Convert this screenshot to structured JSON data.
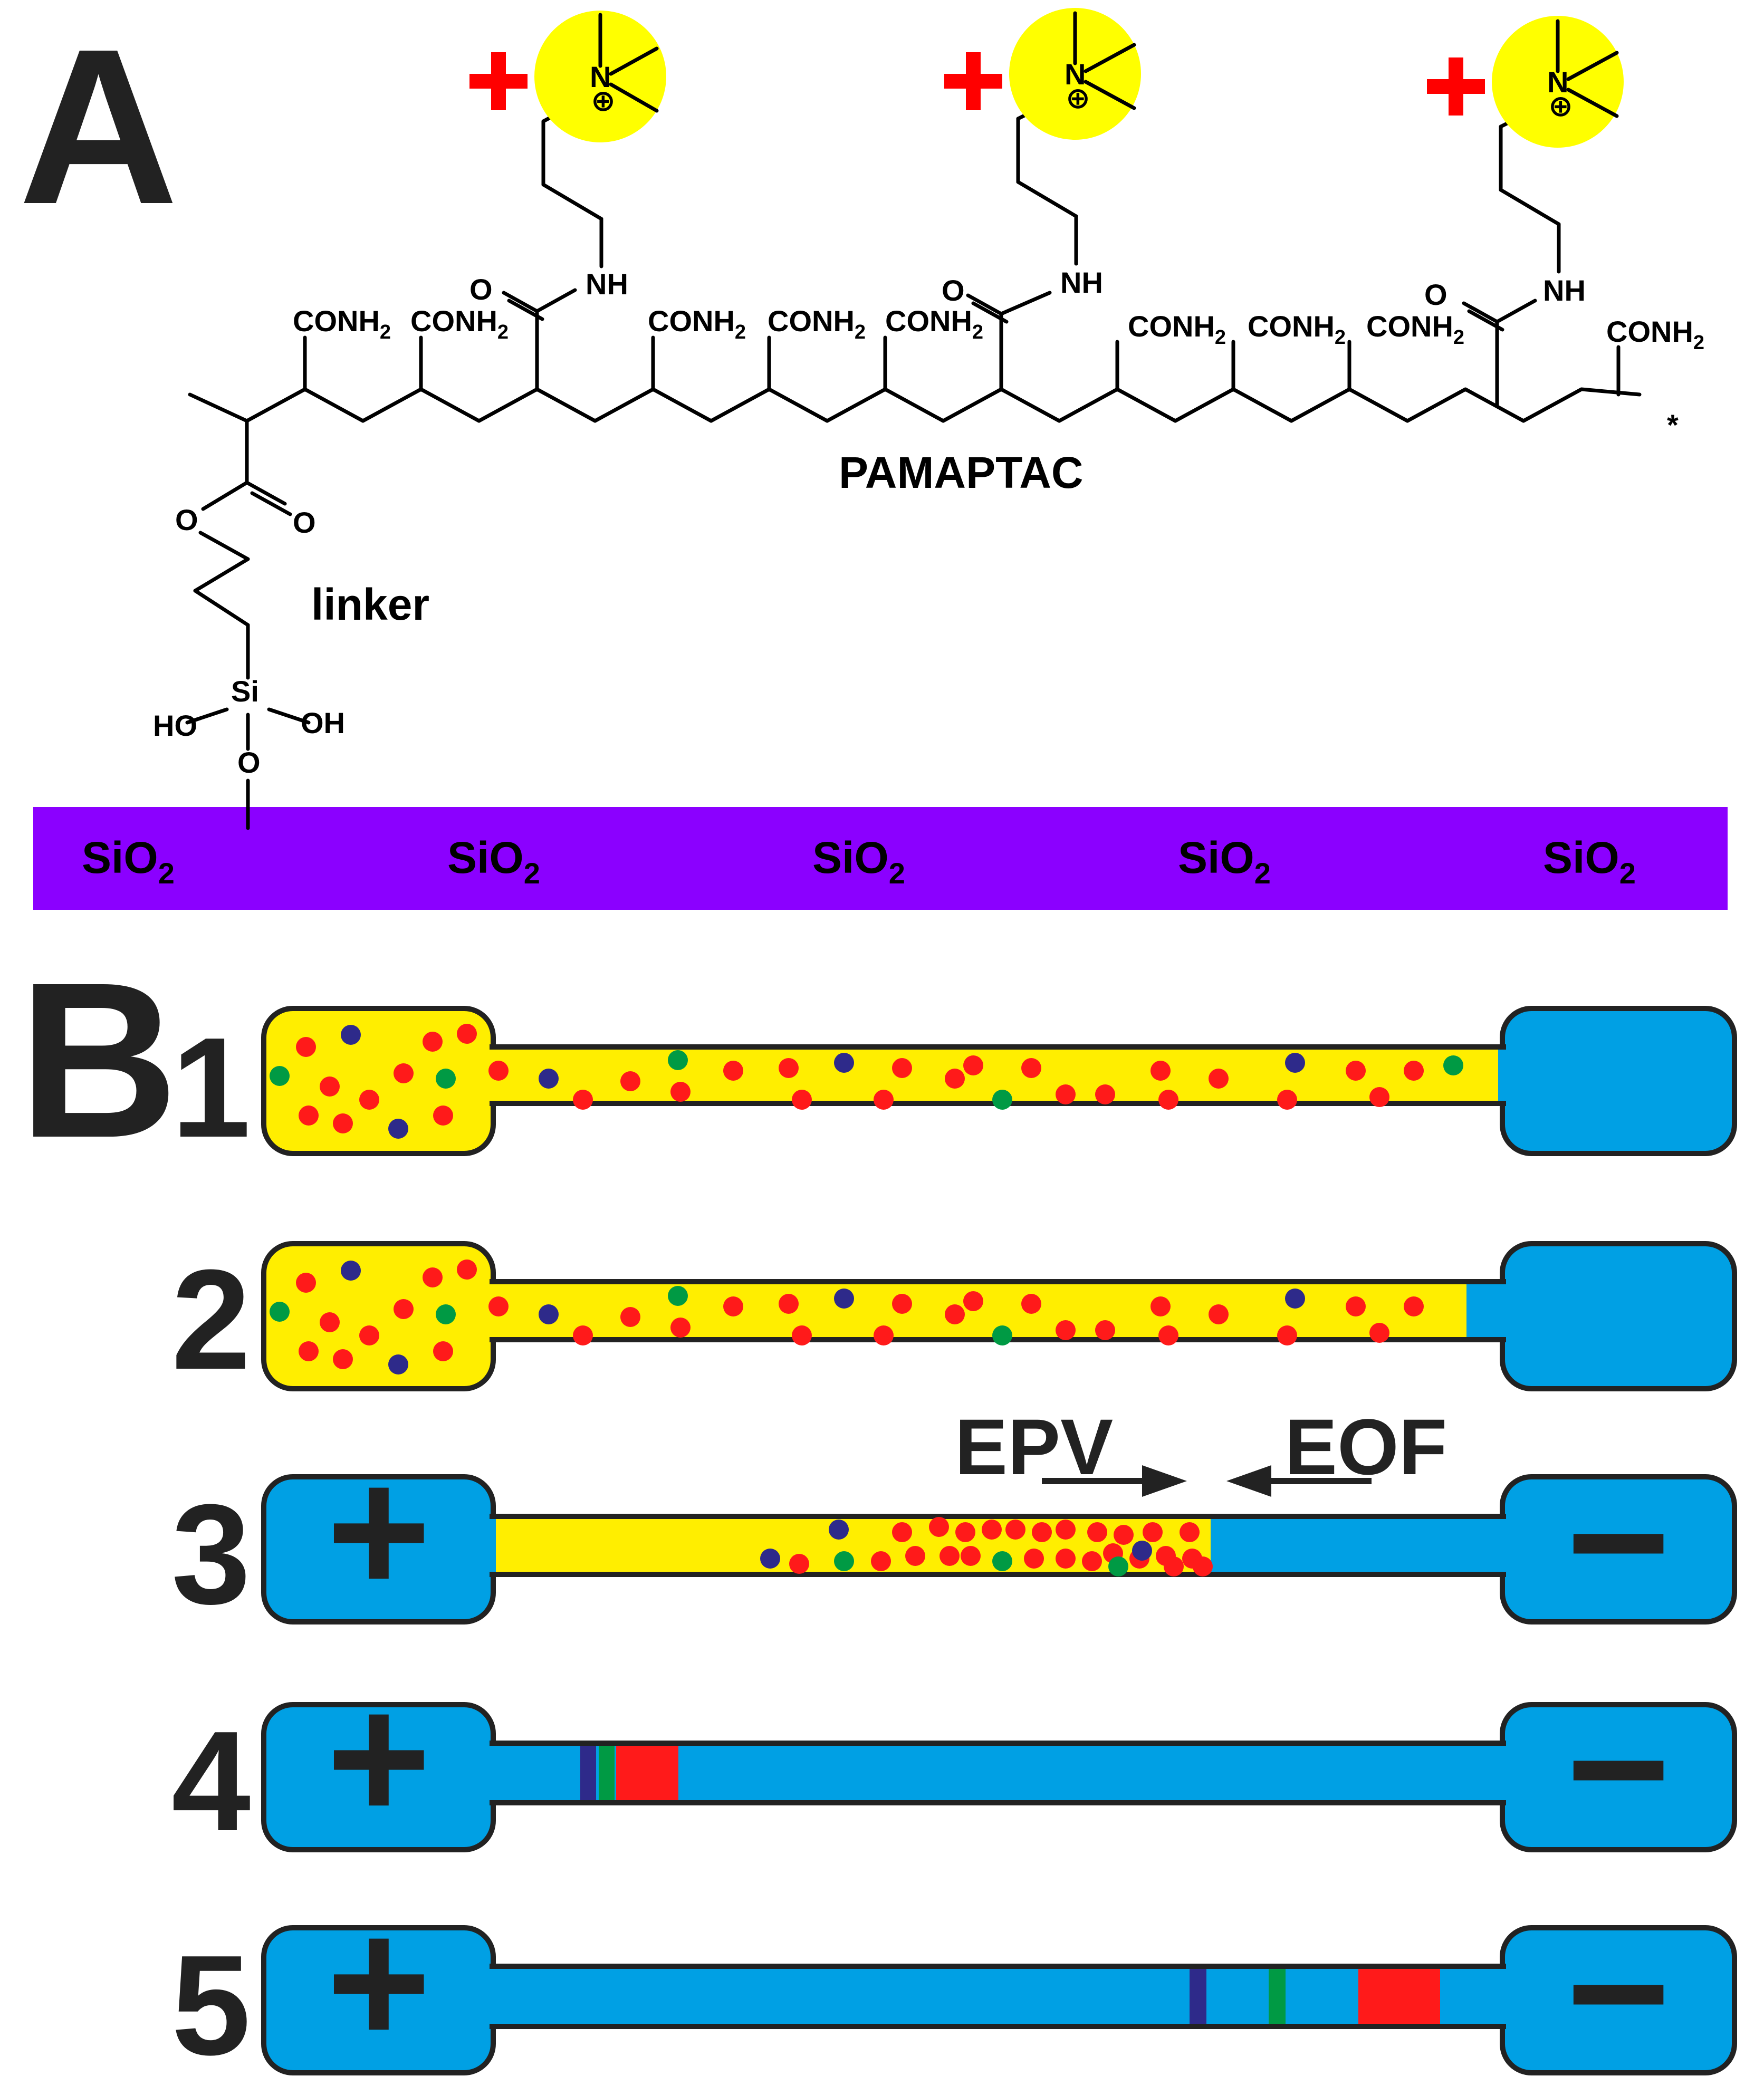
{
  "panels": {
    "a": "A",
    "b": "B"
  },
  "colors": {
    "cation": "#ffff00",
    "plus_sign": "#ff0000",
    "surface": "#8b00ff",
    "buffer": "#00a0e4",
    "sample": "#ffee00",
    "outline": "#222222",
    "analyte_red": "#ff1a1a",
    "analyte_green": "#009a44",
    "analyte_navy": "#2e2a8a"
  },
  "structure": {
    "polymer_label": "PAMAPTAC",
    "linker_label": "linker",
    "amide": "CONH",
    "amide_sub": "2",
    "ammonium": "N",
    "charge": "⊕",
    "nh": "NH",
    "carbonyl_o": "O",
    "ester_o": "O",
    "ester_o2": "O",
    "silicon": "Si",
    "hydroxyl_left": "HO",
    "hydroxyl_right": "OH",
    "surface_o": "O",
    "end_mark": "*",
    "surface_label": "SiO",
    "surface_sub": "2",
    "plus_count": 3
  },
  "capillary": {
    "steps": [
      {
        "number": "1",
        "left_sign": "",
        "right_sign": ""
      },
      {
        "number": "2",
        "left_sign": "",
        "right_sign": ""
      },
      {
        "number": "3",
        "left_sign": "+",
        "right_sign": "−"
      },
      {
        "number": "4",
        "left_sign": "+",
        "right_sign": "−"
      },
      {
        "number": "5",
        "left_sign": "+",
        "right_sign": "−"
      }
    ],
    "epv_label": "EPV",
    "eof_label": "EOF"
  }
}
